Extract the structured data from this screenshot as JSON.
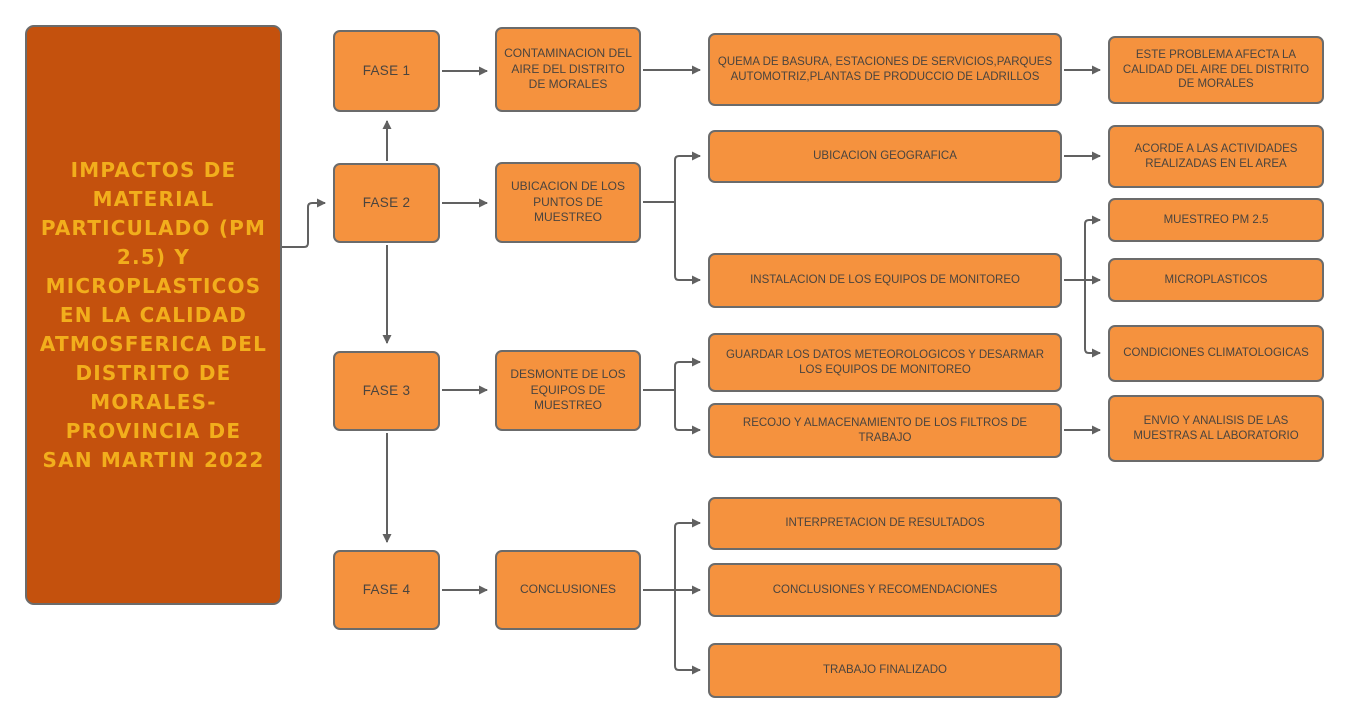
{
  "diagram": {
    "type": "flowchart",
    "colors": {
      "node_fill": "#F5923E",
      "node_border": "#6B6B6B",
      "node_text": "#4A443E",
      "title_fill": "#C4510D",
      "title_text": "#F2AE1C",
      "connector": "#616161",
      "background": "#FFFFFF"
    },
    "nodes": {
      "title": {
        "label": "IMPACTOS DE MATERIAL PARTICULADO (PM 2.5) Y MICROPLASTICOS EN LA CALIDAD ATMOSFERICA DEL DISTRITO DE MORALES-PROVINCIA DE SAN MARTIN 2022"
      },
      "fase1": {
        "label": "FASE 1"
      },
      "fase2": {
        "label": "FASE 2"
      },
      "fase3": {
        "label": "FASE 3"
      },
      "fase4": {
        "label": "FASE 4"
      },
      "contaminacion": {
        "label": "CONTAMINACION DEL AIRE DEL DISTRITO DE MORALES"
      },
      "ubicacion_puntos": {
        "label": "UBICACION DE LOS PUNTOS DE MUESTREO"
      },
      "desmonte": {
        "label": "DESMONTE DE LOS EQUIPOS DE MUESTREO"
      },
      "conclusiones": {
        "label": "CONCLUSIONES"
      },
      "quema": {
        "label": "QUEMA DE BASURA, ESTACIONES DE SERVICIOS,PARQUES AUTOMOTRIZ,PLANTAS DE PRODUCCIO DE LADRILLOS"
      },
      "ubicacion_geo": {
        "label": "UBICACION GEOGRAFICA"
      },
      "instalacion": {
        "label": "INSTALACION DE LOS EQUIPOS DE MONITOREO"
      },
      "guardar": {
        "label": "GUARDAR LOS DATOS METEOROLOGICOS Y DESARMAR LOS EQUIPOS DE MONITOREO"
      },
      "recojo": {
        "label": "RECOJO Y ALMACENAMIENTO DE LOS FILTROS DE TRABAJO"
      },
      "interpretacion": {
        "label": "INTERPRETACION DE RESULTADOS"
      },
      "concl_recom": {
        "label": "CONCLUSIONES Y RECOMENDACIONES"
      },
      "trabajo": {
        "label": "TRABAJO FINALIZADO"
      },
      "este_problema": {
        "label": "ESTE PROBLEMA AFECTA LA CALIDAD DEL AIRE DEL DISTRITO DE MORALES"
      },
      "acorde": {
        "label": "ACORDE A LAS ACTIVIDADES REALIZADAS EN EL AREA"
      },
      "muestreo": {
        "label": "MUESTREO PM 2.5"
      },
      "microplasticos": {
        "label": "MICROPLASTICOS"
      },
      "condiciones": {
        "label": "CONDICIONES CLIMATOLOGICAS"
      },
      "envio": {
        "label": "ENVIO Y ANALISIS DE LAS MUESTRAS AL LABORATORIO"
      }
    },
    "connections": [
      {
        "from": "title",
        "to": "fase2"
      },
      {
        "from": "fase2",
        "to": "fase1"
      },
      {
        "from": "fase2",
        "to": "fase3"
      },
      {
        "from": "fase3",
        "to": "fase4"
      },
      {
        "from": "fase1",
        "to": "contaminacion"
      },
      {
        "from": "contaminacion",
        "to": "quema"
      },
      {
        "from": "quema",
        "to": "este_problema"
      },
      {
        "from": "fase2",
        "to": "ubicacion_puntos"
      },
      {
        "from": "ubicacion_puntos",
        "to": "ubicacion_geo"
      },
      {
        "from": "ubicacion_puntos",
        "to": "instalacion"
      },
      {
        "from": "ubicacion_geo",
        "to": "acorde"
      },
      {
        "from": "instalacion",
        "to": "muestreo"
      },
      {
        "from": "instalacion",
        "to": "microplasticos"
      },
      {
        "from": "instalacion",
        "to": "condiciones"
      },
      {
        "from": "fase3",
        "to": "desmonte"
      },
      {
        "from": "desmonte",
        "to": "guardar"
      },
      {
        "from": "desmonte",
        "to": "recojo"
      },
      {
        "from": "recojo",
        "to": "envio"
      },
      {
        "from": "fase4",
        "to": "conclusiones"
      },
      {
        "from": "conclusiones",
        "to": "interpretacion"
      },
      {
        "from": "conclusiones",
        "to": "concl_recom"
      },
      {
        "from": "conclusiones",
        "to": "trabajo"
      }
    ]
  }
}
